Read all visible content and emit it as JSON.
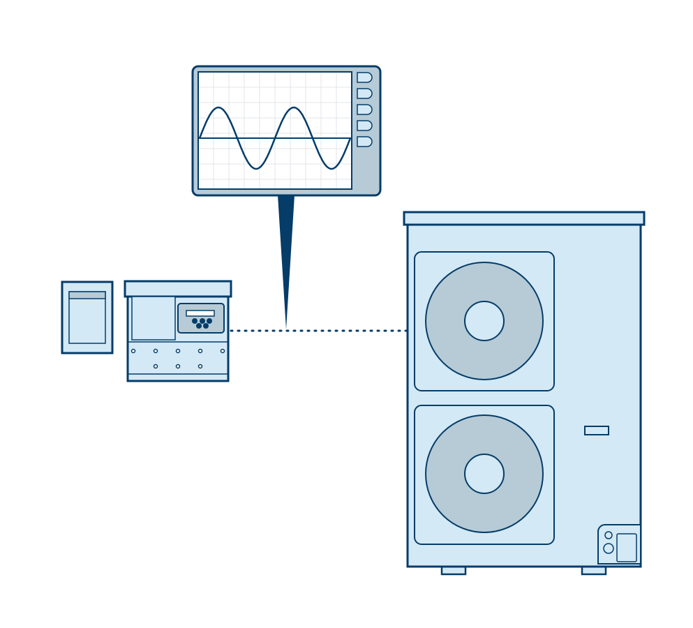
{
  "colors": {
    "outline": "#053c68",
    "fill_light": "#d3e9f6",
    "fill_grey": "#b6cbd6",
    "screen_grid": "#e2e6ea",
    "background": "#ffffff"
  },
  "components": [
    {
      "id": "wall-thermostat",
      "icon": "thermostat-icon"
    },
    {
      "id": "indoor-control-unit",
      "icon": "control-box-icon"
    },
    {
      "id": "signal-monitor",
      "icon": "oscilloscope-icon",
      "signal": "sine-wave",
      "cycles": 2
    },
    {
      "id": "outdoor-heat-pump",
      "icon": "heat-pump-icon",
      "fans": 2
    }
  ],
  "connection": {
    "from": "indoor-control-unit",
    "to": "outdoor-heat-pump",
    "style": "dotted"
  }
}
